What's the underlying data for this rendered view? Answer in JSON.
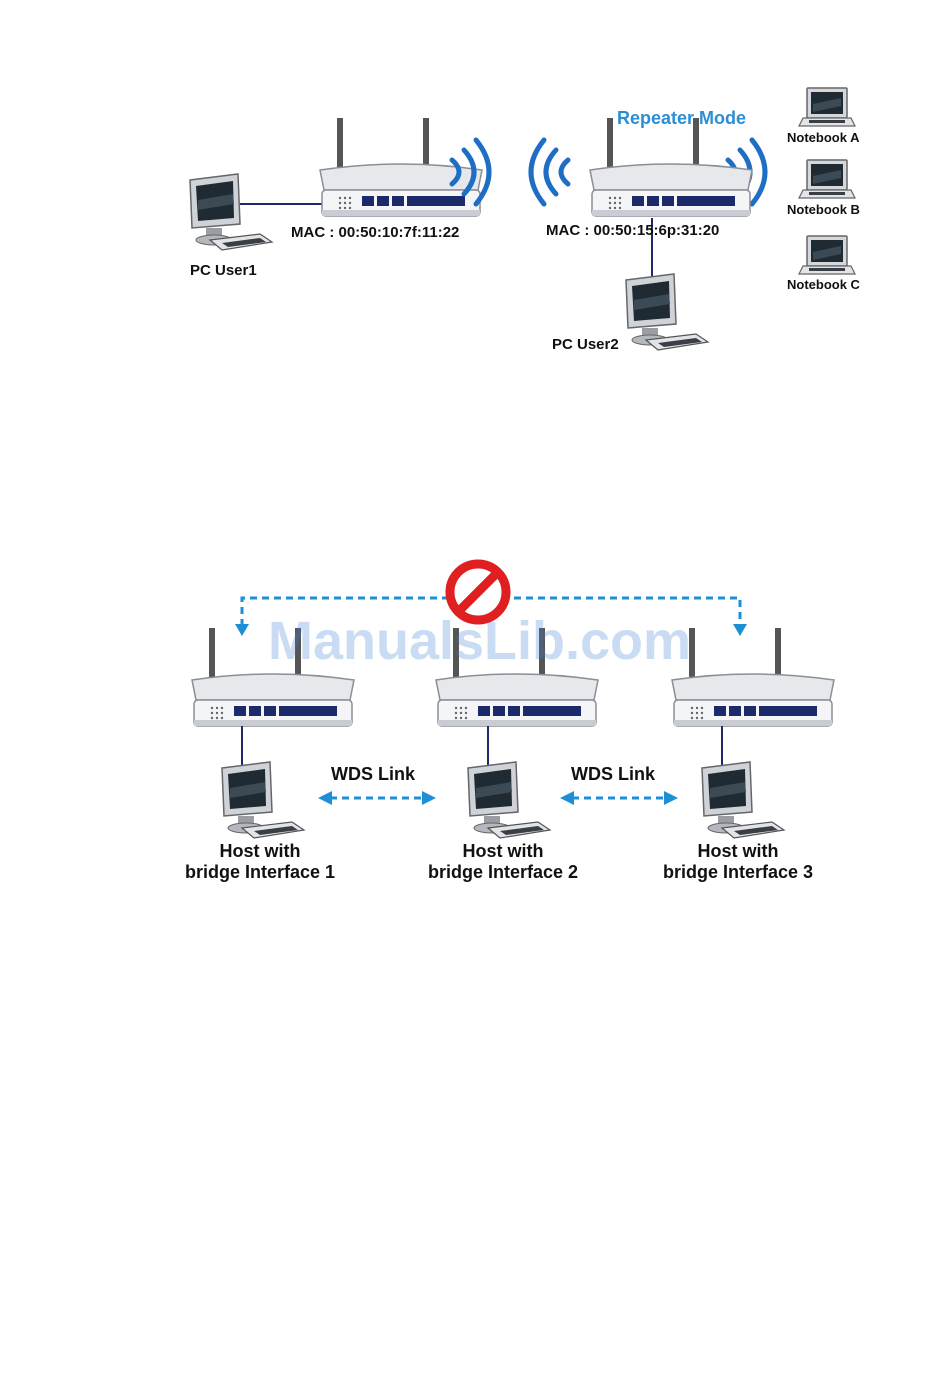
{
  "diagram1": {
    "repeater_label": "Repeater Mode",
    "pc_user1": "PC User1",
    "pc_user2": "PC User2",
    "mac1": "MAC : 00:50:10:7f:11:22",
    "mac2": "MAC : 00:50:15:6p:31:20",
    "notebooks": [
      "Notebook A",
      "Notebook B",
      "Notebook C"
    ]
  },
  "diagram2": {
    "link_label": "WDS Link",
    "hosts": [
      {
        "line1": "Host with",
        "line2": "bridge Interface 1"
      },
      {
        "line1": "Host with",
        "line2": "bridge Interface 2"
      },
      {
        "line1": "Host with",
        "line2": "bridge Interface 3"
      }
    ]
  },
  "watermark": "ManualsLib.com",
  "colors": {
    "accent_blue": "#2a8fd6",
    "link_dash": "#1e8fd6",
    "cable": "#1c2a6b",
    "prohibit_red": "#e02020"
  }
}
